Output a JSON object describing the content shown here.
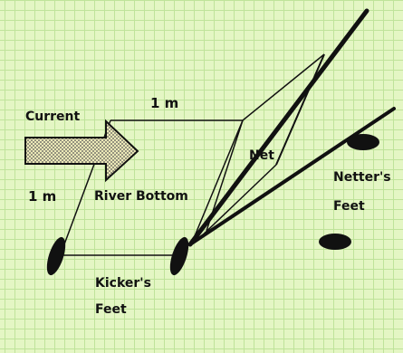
{
  "labels": {
    "current": "Current",
    "width": "1 m",
    "length": "1 m",
    "river_bottom": "River Bottom",
    "net": "Net",
    "kickers_feet": [
      "Kicker's",
      "Feet"
    ],
    "netters_feet": [
      "Netter's",
      "Feet"
    ]
  },
  "colors": {
    "background": "#e4f6c4",
    "grid": "#bfe39a",
    "ink": "#111111",
    "arrow_fill": "#ece9b8"
  }
}
